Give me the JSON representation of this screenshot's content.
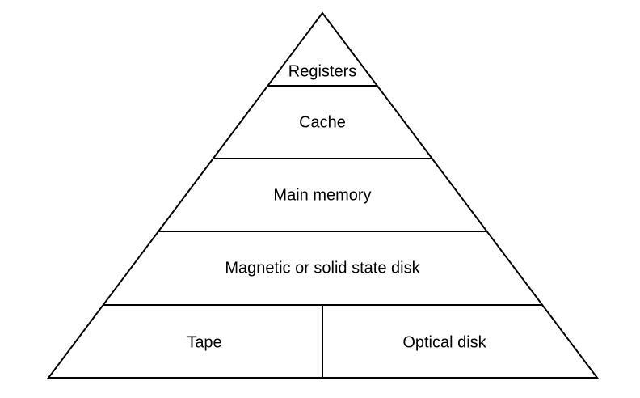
{
  "diagram": {
    "tiers": {
      "registers": "Registers",
      "cache": "Cache",
      "main_memory": "Main memory",
      "disk": "Magnetic or solid state disk",
      "tape": "Tape",
      "optical_disk": "Optical disk"
    }
  }
}
